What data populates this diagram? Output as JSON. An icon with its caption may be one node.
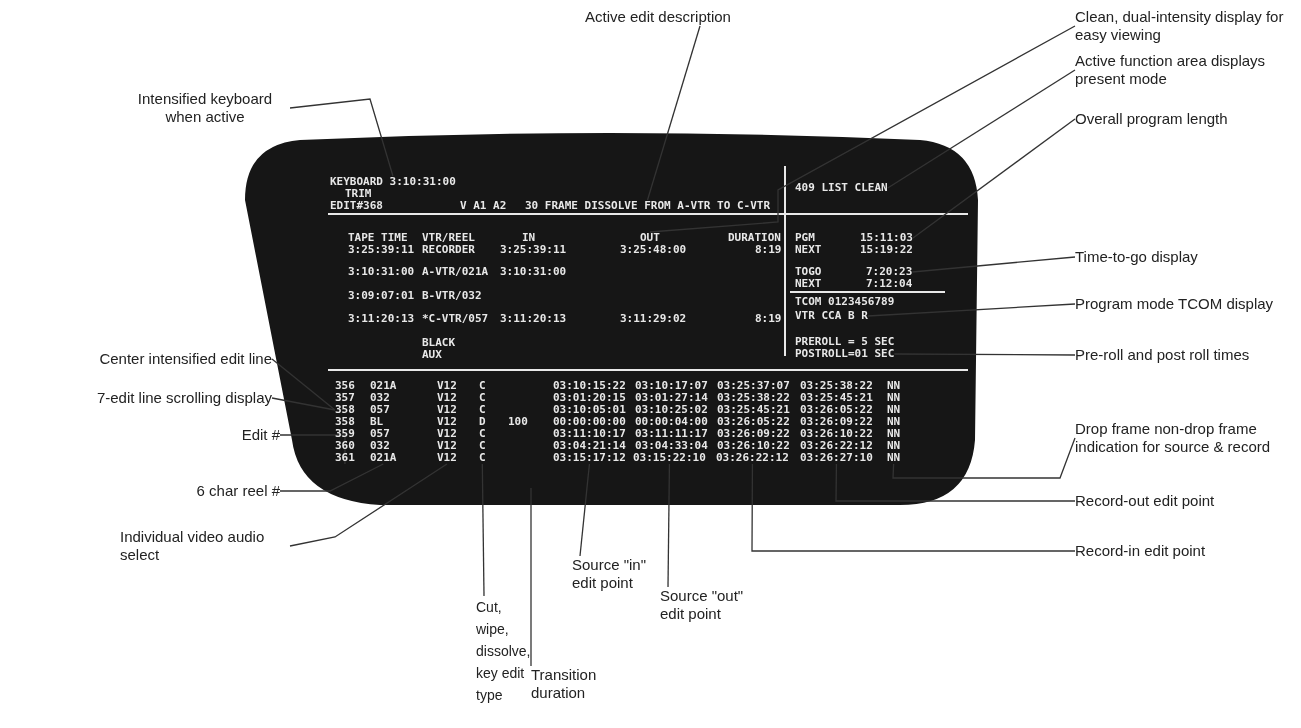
{
  "diagram": {
    "nodes": [
      {
        "text": [
          "Intensified keyboard when active"
        ]
      },
      {
        "text": [
          "Active edit description"
        ]
      },
      {
        "text": [
          "Clean, dual-intensity display for easy viewing"
        ]
      },
      {
        "text": [
          "Active function area displays present mode"
        ]
      },
      {
        "text": [
          "Overall program length"
        ]
      },
      {
        "text": [
          "Time-to-go display"
        ]
      },
      {
        "text": [
          "Program mode TCOM display"
        ]
      },
      {
        "text": [
          "Pre-roll and post roll times"
        ]
      },
      {
        "text": [
          "Center intensified edit line"
        ]
      },
      {
        "text": [
          "7-edit line scrolling display"
        ]
      },
      {
        "text": [
          "Drop frame non-drop frame indication for source & record"
        ]
      },
      {
        "text": [
          "Edit #"
        ]
      },
      {
        "text": [
          "Record-out edit point"
        ]
      },
      {
        "text": [
          "6 char reel #"
        ]
      },
      {
        "text": [
          "Individual video audio select"
        ]
      },
      {
        "text": [
          "Record-in edit point"
        ]
      },
      {
        "text": [
          "Source \"in\" edit point"
        ]
      },
      {
        "text": [
          "Source \"out\" edit point"
        ]
      },
      {
        "text": [
          "Cut, wipe, dissolve, key edit type"
        ]
      },
      {
        "text": [
          "Transition duration"
        ]
      },
      {
        "text": [
          "KEYBOARD 3:10:31:00"
        ]
      },
      {
        "text": [
          "30 FRAME DISSOLVE FROM A-VTR TO C-VTR"
        ]
      },
      {
        "text": [
          "409 LIST CLEAN"
        ]
      },
      {
        "text": [
          "15:11:03"
        ]
      },
      {
        "text": [
          "OUT"
        ]
      },
      {
        "text": [
          "7:20:23"
        ]
      },
      {
        "text": [
          "VTR CCA B R"
        ]
      },
      {
        "text": [
          "POSTROLL=01 SEC"
        ]
      },
      {
        "text": [
          "358"
        ]
      },
      {
        "text": [
          "361"
        ]
      },
      {
        "text": [
          "021A"
        ]
      },
      {
        "text": [
          "V12"
        ]
      },
      {
        "text": [
          "C"
        ]
      },
      {
        "text": [
          "03:15:17:12"
        ]
      },
      {
        "text": [
          "03:15:22:10"
        ]
      },
      {
        "text": [
          "03:26:22:12"
        ]
      },
      {
        "text": [
          "03:26:27:10"
        ]
      },
      {
        "text": [
          "NN"
        ]
      }
    ],
    "edges": [
      {
        "from": 0,
        "to": 20,
        "arrow": "none"
      },
      {
        "from": 1,
        "to": 21,
        "arrow": "none"
      },
      {
        "from": 2,
        "to": 24,
        "arrow": "none"
      },
      {
        "from": 3,
        "to": 22,
        "arrow": "none"
      },
      {
        "from": 4,
        "to": 23,
        "arrow": "none"
      },
      {
        "from": 5,
        "to": 25,
        "arrow": "none"
      },
      {
        "from": 6,
        "to": 26,
        "arrow": "none"
      },
      {
        "from": 7,
        "to": 27,
        "arrow": "none"
      },
      {
        "from": 8,
        "to": 28,
        "arrow": "none"
      },
      {
        "from": 9,
        "to": 28,
        "arrow": "none"
      },
      {
        "from": 10,
        "to": 37,
        "arrow": "none"
      },
      {
        "from": 11,
        "to": 29,
        "arrow": "none"
      },
      {
        "from": 12,
        "to": 36,
        "arrow": "none"
      },
      {
        "from": 13,
        "to": 30,
        "arrow": "none"
      },
      {
        "from": 14,
        "to": 31,
        "arrow": "none"
      },
      {
        "from": 15,
        "to": 35,
        "arrow": "none"
      },
      {
        "from": 16,
        "to": 33,
        "arrow": "none"
      },
      {
        "from": 17,
        "to": 34,
        "arrow": "none"
      },
      {
        "from": 18,
        "to": 32,
        "arrow": "none"
      },
      {
        "from": 19,
        "to": null,
        "arrow": "none"
      }
    ],
    "labels": [
      "TRIM",
      "EDIT#368",
      "V A1 A2",
      "TAPE TIME",
      "VTR/REEL",
      "IN",
      "DURATION",
      "PGM",
      "3:25:39:11",
      "RECORDER",
      "3:25:39:11",
      "3:25:48:00",
      "8:19",
      "NEXT",
      "15:19:22",
      "3:10:31:00",
      "A-VTR/021A",
      "3:10:31:00",
      "TOGO",
      "NEXT",
      "7:12:04",
      "3:09:07:01",
      "B-VTR/032",
      "TCOM 0123456789",
      "3:11:20:13",
      "*C-VTR/057",
      "3:11:20:13",
      "3:11:29:02",
      "8:19",
      "BLACK",
      "AUX",
      "PREROLL = 5 SEC",
      "356",
      "021A",
      "V12",
      "C",
      "03:10:15:22",
      "03:10:17:07",
      "03:25:37:07",
      "03:25:38:22",
      "NN",
      "357",
      "032",
      "V12",
      "C",
      "03:01:20:15",
      "03:01:27:14",
      "03:25:38:22",
      "03:25:45:21",
      "NN",
      "057",
      "V12",
      "C",
      "03:10:05:01",
      "03:10:25:02",
      "03:25:45:21",
      "03:26:05:22",
      "NN",
      "358",
      "BL",
      "V12",
      "D",
      "100",
      "00:00:00:00",
      "00:00:04:00",
      "03:26:05:22",
      "03:26:09:22",
      "NN",
      "359",
      "057",
      "V12",
      "C",
      "03:11:10:17",
      "03:11:11:17",
      "03:26:09:22",
      "03:26:10:22",
      "NN",
      "360",
      "032",
      "V12",
      "C",
      "03:04:21:14",
      "03:04:33:04",
      "03:26:10:22",
      "03:26:22:12",
      "NN"
    ]
  }
}
